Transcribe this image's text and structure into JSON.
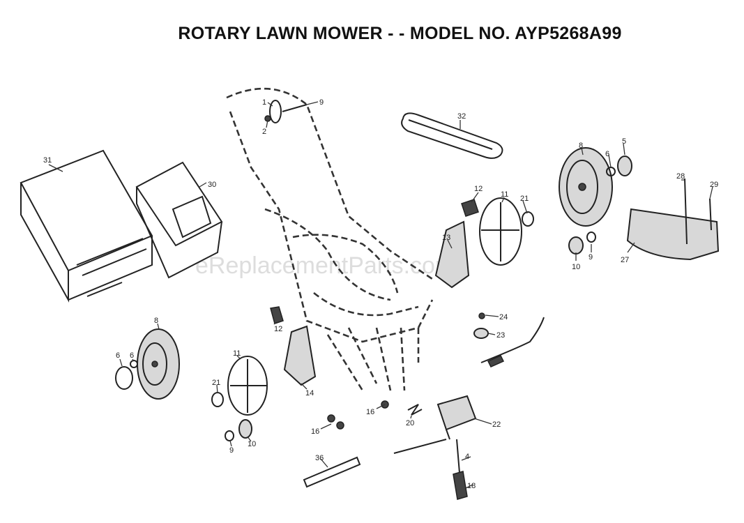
{
  "title": "ROTARY LAWN MOWER - - MODEL NO. AYP5268A99",
  "watermark": "eReplacementParts.com",
  "callouts": [
    "31",
    "30",
    "1",
    "2",
    "9",
    "32",
    "8",
    "6",
    "5",
    "28",
    "29",
    "12",
    "11",
    "21",
    "13",
    "10",
    "9",
    "27",
    "8",
    "6",
    "6",
    "21",
    "11",
    "12",
    "14",
    "9",
    "10",
    "16",
    "16",
    "20",
    "24",
    "23",
    "22",
    "4",
    "18",
    "36"
  ]
}
